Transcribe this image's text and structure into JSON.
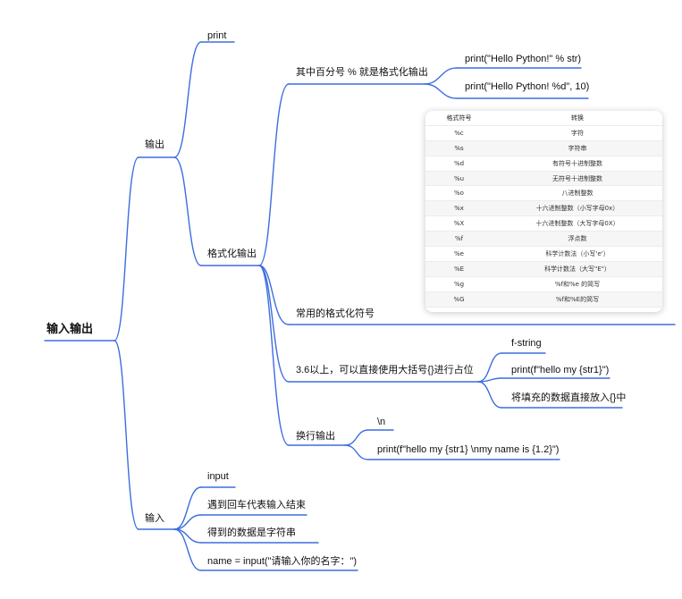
{
  "root": "输入输出",
  "output": {
    "label": "输出",
    "print": "print",
    "format": {
      "label": "格式化输出",
      "percent": {
        "label": "其中百分号 % 就是格式化输出",
        "ex1": "print(\"Hello Python!\" % str)",
        "ex2": "print(\"Hello Python! %d\", 10)"
      },
      "common": {
        "label": "常用的格式化符号",
        "table": {
          "headers": [
            "格式符号",
            "转换"
          ],
          "rows": [
            [
              "%c",
              "字符"
            ],
            [
              "%s",
              "字符串"
            ],
            [
              "%d",
              "有符号十进制整数"
            ],
            [
              "%u",
              "无符号十进制整数"
            ],
            [
              "%o",
              "八进制整数"
            ],
            [
              "%x",
              "十六进制整数（小写字母0x）"
            ],
            [
              "%X",
              "十六进制整数（大写字母0X）"
            ],
            [
              "%f",
              "浮点数"
            ],
            [
              "%e",
              "科学计数法（小写'e'）"
            ],
            [
              "%E",
              "科学计数法（大写\"E\"）"
            ],
            [
              "%g",
              "%f和%e 的简写"
            ],
            [
              "%G",
              "%f和%E的简写"
            ]
          ]
        }
      },
      "braces": {
        "label": "3.6以上，可以直接使用大括号{}进行占位",
        "fstring": "f-string",
        "example": "print(f\"hello my {str1}\")",
        "note": "将填充的数据直接放入{}中"
      },
      "newline": {
        "label": "换行输出",
        "n": "\\n",
        "example": "print(f\"hello my {str1} \\nmy name is {1.2}\")"
      }
    }
  },
  "input": {
    "label": "输入",
    "items": [
      "input",
      "遇到回车代表输入结束",
      "得到的数据是字符串",
      "name = input(\"请输入你的名字：\")"
    ]
  },
  "colors": {
    "line": "#3d6de0",
    "text": "#111111"
  }
}
